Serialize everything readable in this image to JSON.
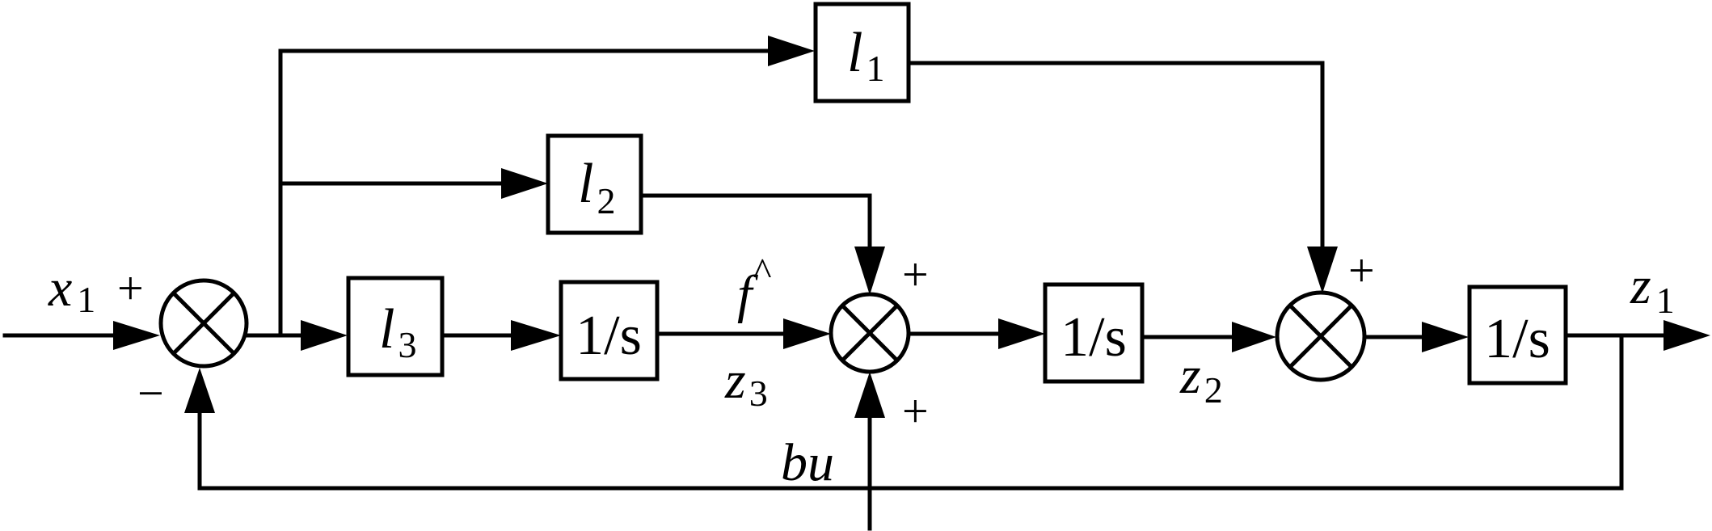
{
  "diagram": {
    "title": "Extended state observer block diagram",
    "colors": {
      "line": "#000000",
      "background": "#ffffff"
    },
    "blocks": {
      "l1": {
        "main": "l",
        "sub": "1"
      },
      "l2": {
        "main": "l",
        "sub": "2"
      },
      "l3": {
        "main": "l",
        "sub": "3"
      },
      "int1": {
        "text": "1/s"
      },
      "int2": {
        "text": "1/s"
      },
      "int3": {
        "text": "1/s"
      }
    },
    "signals": {
      "x1": {
        "main": "x",
        "sub": "1"
      },
      "z1": {
        "main": "z",
        "sub": "1"
      },
      "z2": {
        "main": "z",
        "sub": "2"
      },
      "z3": {
        "main": "z",
        "sub": "3"
      },
      "fhat": {
        "main": "f",
        "hat": "^"
      },
      "bu": {
        "text": "bu"
      }
    },
    "signs": {
      "sum1_input": "+",
      "sum1_feedback": "−",
      "sum2_top": "+",
      "sum2_bottom": "+",
      "sum3_top": "+"
    },
    "summing_junction_icon": "circle-with-x"
  }
}
